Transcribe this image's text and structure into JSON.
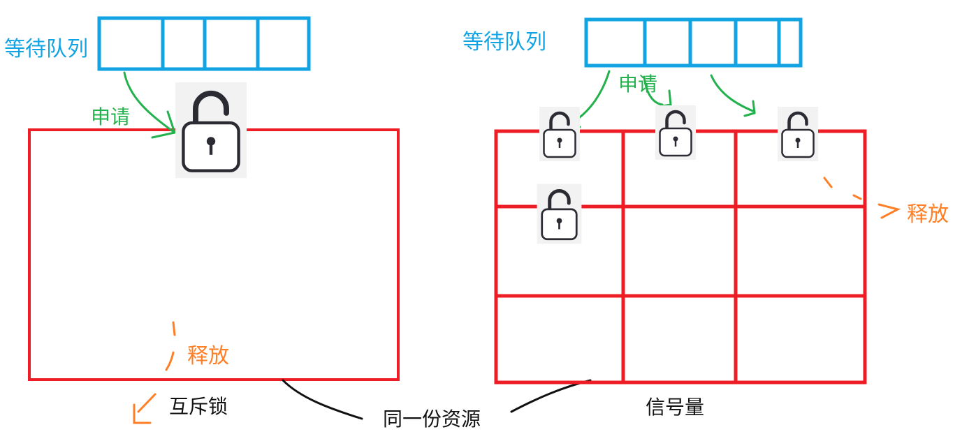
{
  "colors": {
    "queue": "#12a3e3",
    "resource": "#ee1c24",
    "request": "#22b14c",
    "release": "#ff7f27",
    "lock": "#2b2b33",
    "text": "#111111"
  },
  "mutex": {
    "queue_label": "等待队列",
    "request_label": "申请",
    "release_label": "释放",
    "title": "互斥锁"
  },
  "semaphore": {
    "queue_label": "等待队列",
    "request_label": "申请",
    "release_label": "释放",
    "title": "信号量"
  },
  "shared_label": "同一份资源"
}
